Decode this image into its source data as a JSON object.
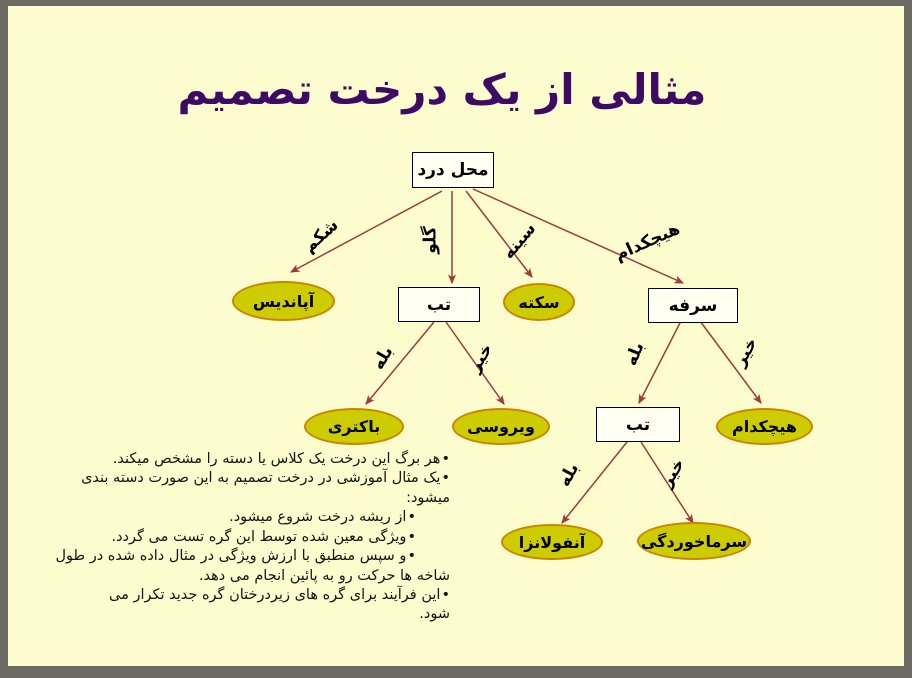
{
  "slide": {
    "title": "مثالی از یک درخت تصمیم",
    "background_color": "#fdfcce",
    "frame_color": "#6b6b63",
    "title_color": "#3d0b63",
    "edge_color": "#9e3b3b",
    "leaf_fill": "#cccc00",
    "leaf_border": "#cc8400",
    "box_fill": "#fffff2",
    "box_border": "#000000"
  },
  "tree": {
    "nodes": [
      {
        "id": "root",
        "label": "محل درد",
        "kind": "box"
      },
      {
        "id": "appendix",
        "label": "آپاندیس",
        "kind": "leaf"
      },
      {
        "id": "fever1",
        "label": "تب",
        "kind": "box"
      },
      {
        "id": "stroke",
        "label": "سکته",
        "kind": "leaf"
      },
      {
        "id": "cough",
        "label": "سرفه",
        "kind": "box"
      },
      {
        "id": "bacterial",
        "label": "باکتری",
        "kind": "leaf"
      },
      {
        "id": "viral",
        "label": "ویروسی",
        "kind": "leaf"
      },
      {
        "id": "fever2",
        "label": "تب",
        "kind": "box"
      },
      {
        "id": "none_cough",
        "label": "هیچکدام",
        "kind": "leaf"
      },
      {
        "id": "influenza",
        "label": "آنفولانزا",
        "kind": "leaf"
      },
      {
        "id": "cold",
        "label": "سرماخوردگی",
        "kind": "leaf"
      }
    ],
    "edge_labels": {
      "root_stomach": "شکم",
      "root_throat": "گلو",
      "root_chest": "سینه",
      "root_none": "هیچکدام",
      "fever1_yes": "بله",
      "fever1_no": "خیر",
      "cough_yes": "بله",
      "cough_no": "خیر",
      "fever2_yes": "بله",
      "fever2_no": "خیر"
    }
  },
  "notes": {
    "lines": [
      {
        "text": "هر برگ این درخت یک کلاس یا دسته را مشخص میکند.",
        "indent": false,
        "bullet": true
      },
      {
        "text": "یک مثال آموزشی در درخت تصمیم به این صورت دسته بندی",
        "indent": false,
        "bullet": true
      },
      {
        "text": "میشود:",
        "indent": false,
        "bullet": false
      },
      {
        "text": "از ریشه درخت شروع میشود.",
        "indent": true,
        "bullet": true
      },
      {
        "text": "ویژگی معین شده توسط این گره تست می گردد.",
        "indent": true,
        "bullet": true
      },
      {
        "text": "و سپس منطبق با ارزش ویژگی در مثال داده شده در طول",
        "indent": true,
        "bullet": true
      },
      {
        "text": "شاخه ها حرکت رو به پائین  انجام می دهد.",
        "indent": false,
        "bullet": false
      },
      {
        "text": "این فرآیند برای گره های زیردرختان  گره جدید تکرار می",
        "indent": false,
        "bullet": true
      },
      {
        "text": "شود.",
        "indent": false,
        "bullet": false
      }
    ]
  }
}
